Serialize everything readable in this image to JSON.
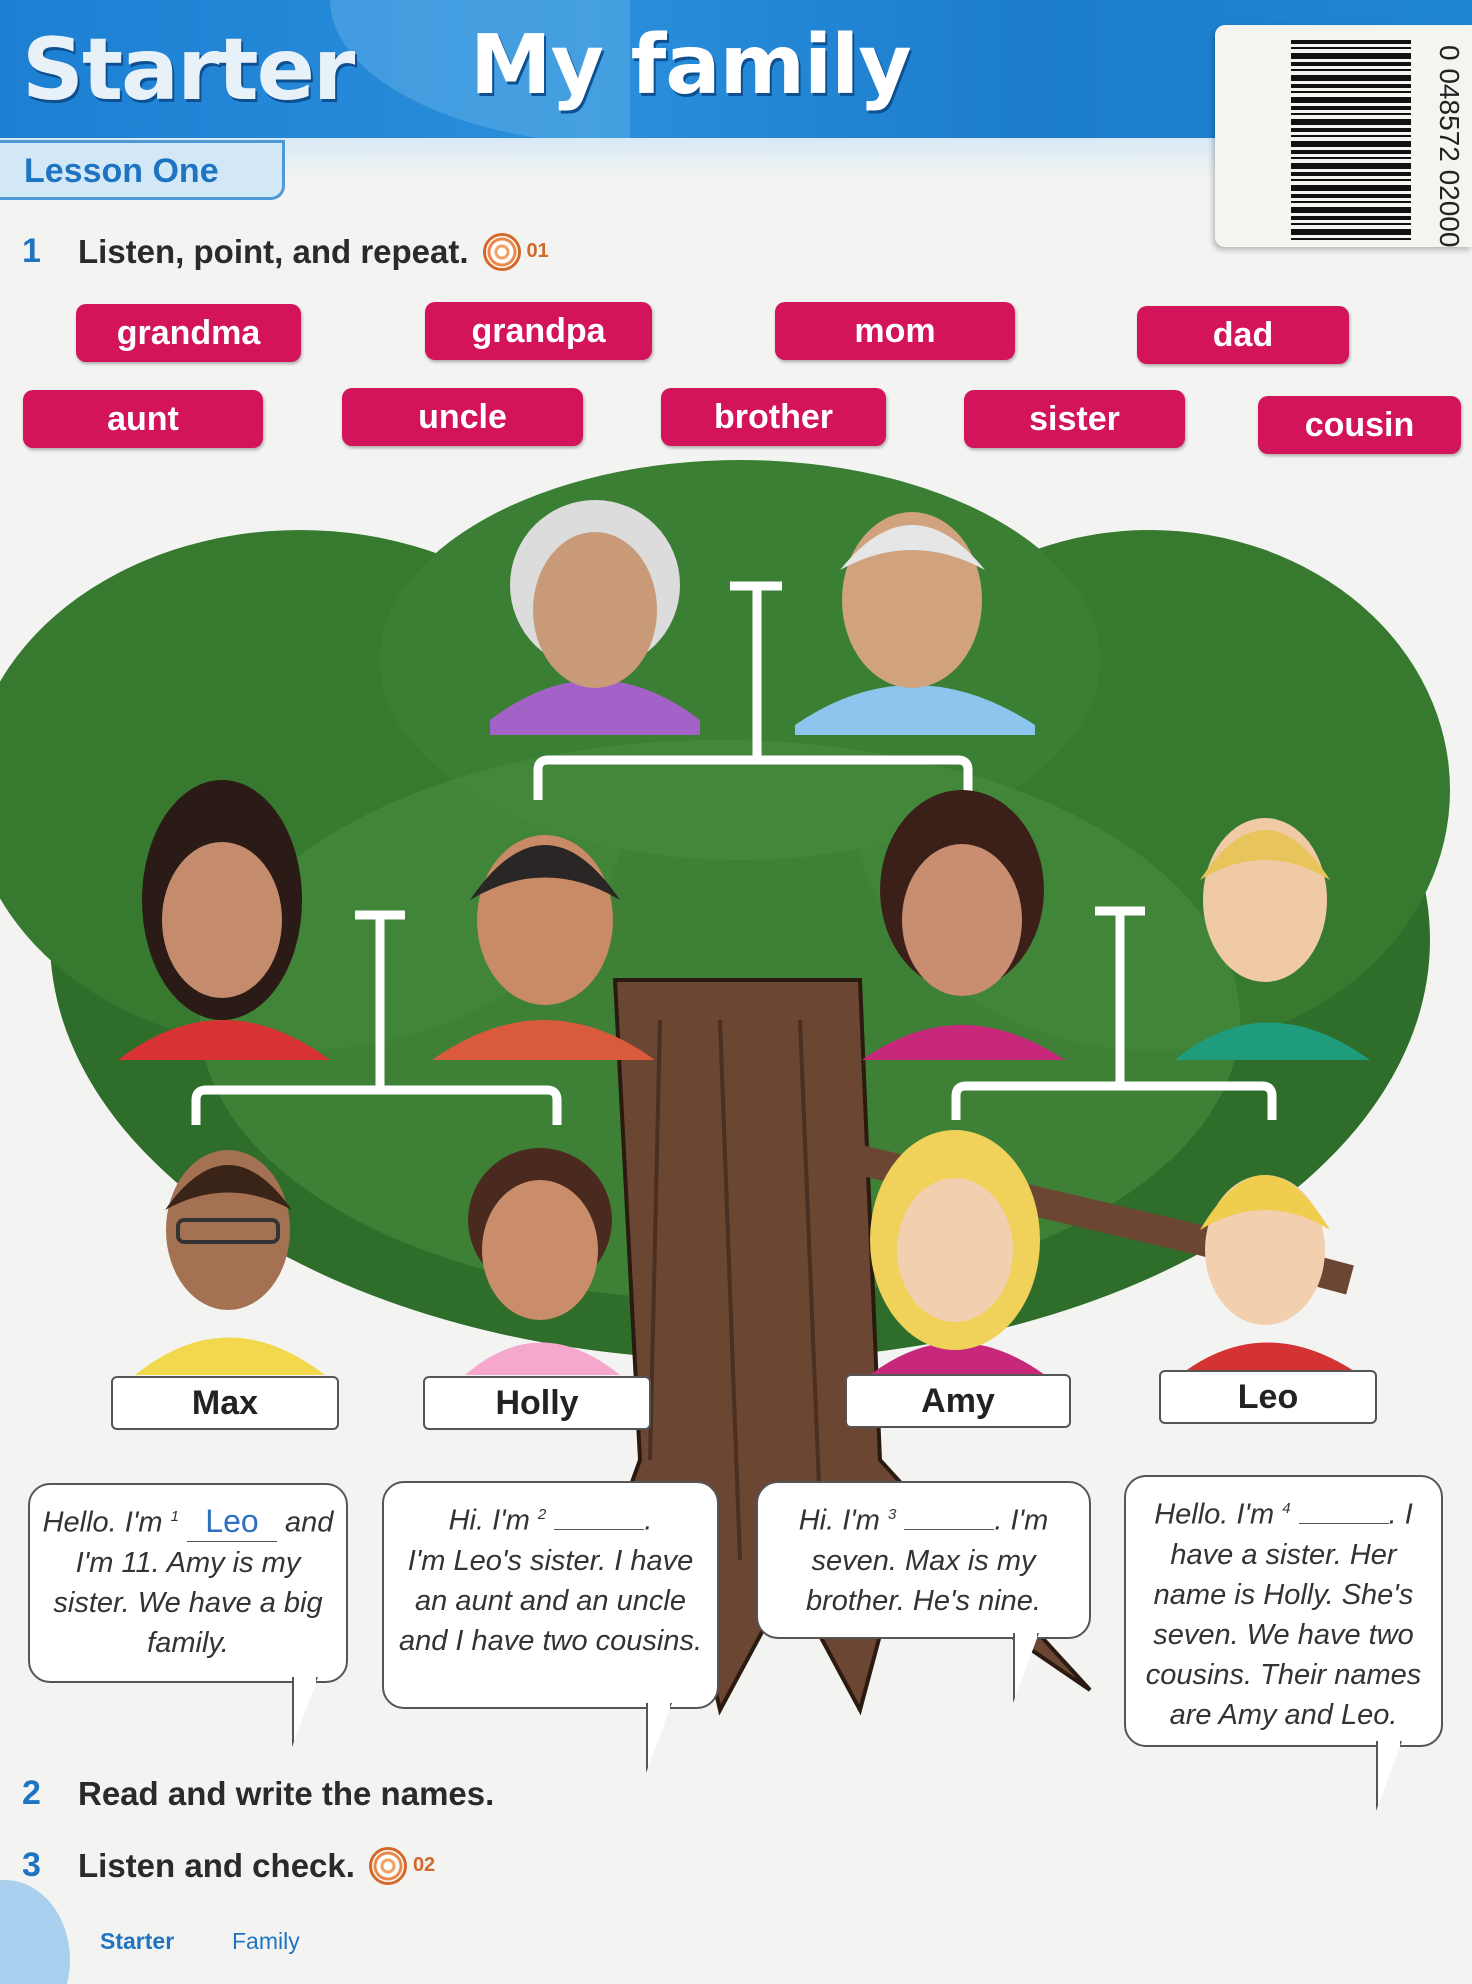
{
  "header": {
    "section": "Starter",
    "title": "My family",
    "lesson": "Lesson One",
    "barcode_number": "0 048572 02000"
  },
  "exercise1": {
    "number": "1",
    "text": "Listen, point, and repeat.",
    "track": "01"
  },
  "words": [
    "grandma",
    "grandpa",
    "mom",
    "dad",
    "aunt",
    "uncle",
    "brother",
    "sister",
    "cousin"
  ],
  "children": [
    "Max",
    "Holly",
    "Amy",
    "Leo"
  ],
  "bubbles": [
    {
      "pre": "Hello. I'm",
      "num": "1",
      "answer": "Leo",
      "post": "",
      "rest": "and I'm 11. Amy is my sister. We have a big family."
    },
    {
      "pre": "Hi. I'm",
      "num": "2",
      "answer": "",
      "post": ".",
      "rest": "I'm Leo's sister. I have an aunt and an uncle and I have two cousins."
    },
    {
      "pre": "Hi. I'm",
      "num": "3",
      "answer": "",
      "post": ". I'm",
      "rest": "seven. Max is my brother. He's nine."
    },
    {
      "pre": "Hello. I'm",
      "num": "4",
      "answer": "",
      "post": ".",
      "rest": "I have a sister. Her name is Holly. She's seven. We have two cousins. Their names are Amy and Leo."
    }
  ],
  "exercise2": {
    "number": "2",
    "text": "Read and write the names."
  },
  "exercise3": {
    "number": "3",
    "text": "Listen and check.",
    "track": "02"
  },
  "footer": {
    "section": "Starter",
    "topic": "Family"
  },
  "colors": {
    "header_blue": "#1d7fd2",
    "word_pink": "#d4145a",
    "tree_green": "#2f6e2a",
    "trunk_brown": "#6b4633",
    "accent_orange": "#d2692a"
  }
}
